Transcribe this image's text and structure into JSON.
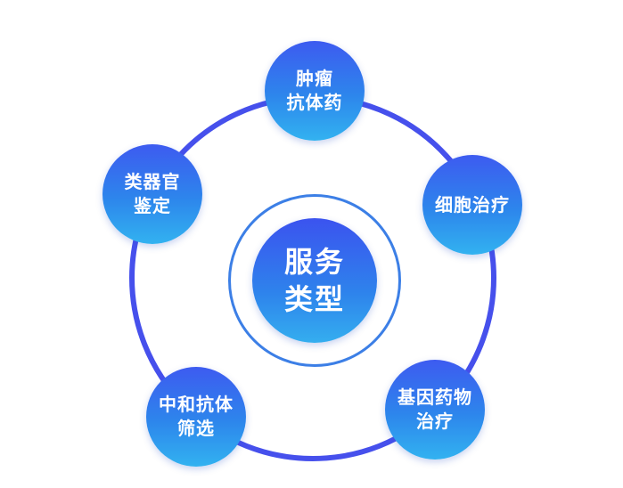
{
  "center": {
    "line1": "服务",
    "line2": "类型"
  },
  "nodes": {
    "top": {
      "line1": "肿瘤",
      "line2": "抗体药"
    },
    "right": {
      "line1": "细胞治疗"
    },
    "left": {
      "line1": "类器官",
      "line2": "鉴定"
    },
    "bottom_left": {
      "line1": "中和抗体",
      "line2": "筛选"
    },
    "bottom_right": {
      "line1": "基因药物",
      "line2": "治疗"
    }
  },
  "colors": {
    "outer_ring": "#4650ec",
    "inner_ring": "#3c7fe6",
    "node_gradient_top": "#3d5bf0",
    "node_gradient_bottom": "#32b2f0"
  }
}
